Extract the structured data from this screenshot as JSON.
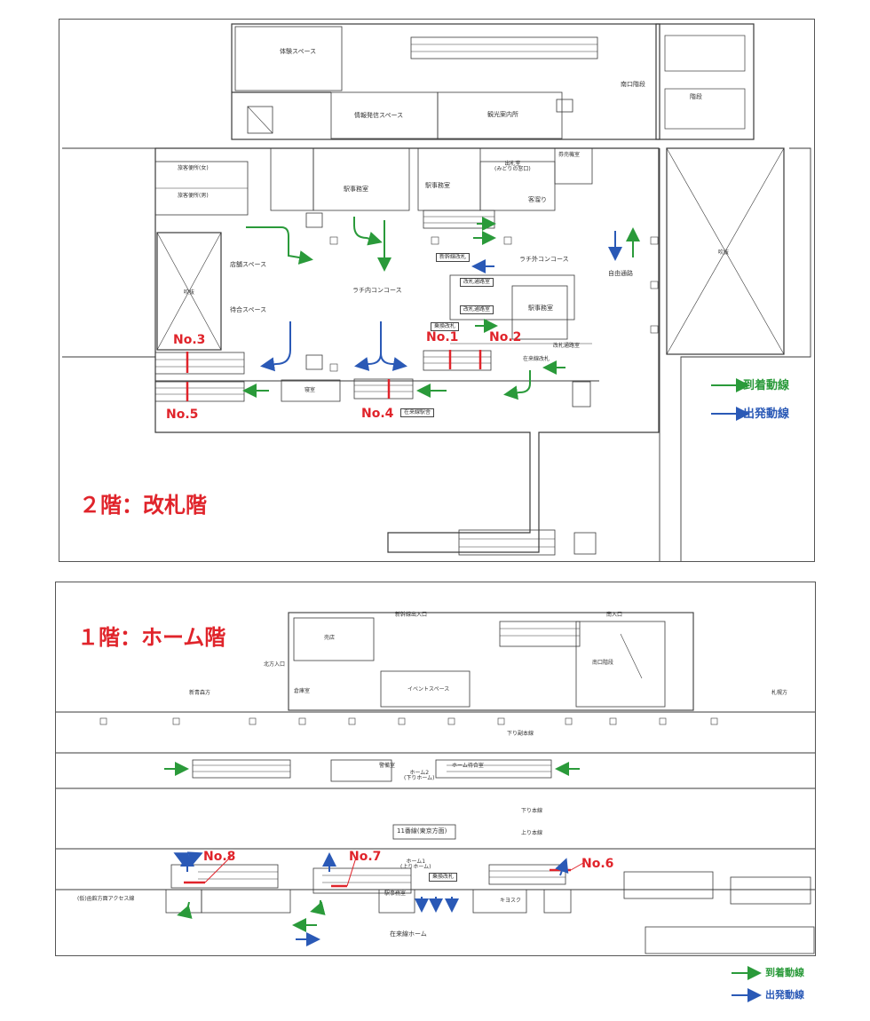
{
  "floor2": {
    "title": "２階：改札階",
    "labels": {
      "taiken": "体験スペース",
      "minamiguchi_kaidan": "南口階段",
      "joho": "情報発信スペース",
      "kanko": "観光案内所",
      "kaidan": "階段",
      "ryokaku_female": "旅客便所(女)",
      "ryokaku_male": "旅客便所(男)",
      "eki_jimu1": "駅事務室",
      "eki_jimu2": "駅事務室",
      "eki_jimu3": "駅事務室",
      "ticket_office": "出札室\n(みどりの窓口)",
      "kenbai": "券売機室",
      "kyakudamari": "客溜り",
      "ratchi_soto": "ラチ外コンコース",
      "ratchi_uchi": "ラチ内コンコース",
      "jiyu_tsuro": "自由通路",
      "tenpo": "店舗スペース",
      "machiai": "待合スペース",
      "fukinuke1": "吹抜",
      "fukinuke2": "吹抜",
      "shinkansen_gate": "新幹線改札",
      "kaisatsu_tsuro1": "改札通路室",
      "kaisatsu_tsuro2": "改札通路室",
      "norikae": "乗換改札",
      "zairai_gate": "在来線改札",
      "kaisatsu_tsuro3": "改札通路室",
      "ryokakushitsu": "寝室",
      "zairai_eki": "在来線駅舎"
    },
    "markers": [
      "No.1",
      "No.2",
      "No.3",
      "No.4",
      "No.5"
    ],
    "legend": {
      "arrival": "到着動線",
      "departure": "出発動線"
    }
  },
  "floor1": {
    "title": "１階：ホーム階",
    "labels": {
      "shinkansen_entrance": "新幹線出入口",
      "minamiguchi_entrance": "南入口",
      "baiten": "売店",
      "kita_entrance": "北方入口",
      "to_shinaomori": "新青森方",
      "event": "イベントスペース",
      "minamiguchi_kaidan": "南口階段",
      "to_sapporo": "札幌方",
      "kudari_fukuhon": "下り副本線",
      "home2": "ホーム2\n(下りホーム)",
      "home_machiai": "ホーム待合室",
      "home_keibi": "警備室",
      "kudari_hon": "下り本線",
      "nobori_hon": "上り本線",
      "line11": "11番線(東京方面)",
      "home1": "ホーム1\n(上りホーム)",
      "zairai_renraku": "乗換改札",
      "kiosk": "キヨスク",
      "eki_jimu": "駅事務室",
      "hakodate_access": "(仮)函館方面アクセス線",
      "zairai_home": "在来線ホーム",
      "jimu": "倉庫室"
    },
    "markers": [
      "No.6",
      "No.7",
      "No.8"
    ],
    "legend": {
      "arrival": "到着動線",
      "departure": "出発動線"
    }
  },
  "colors": {
    "arrival": "#2a9a3a",
    "departure": "#2a59b6",
    "marker": "#e0242b",
    "line": "#3a3a3a"
  }
}
